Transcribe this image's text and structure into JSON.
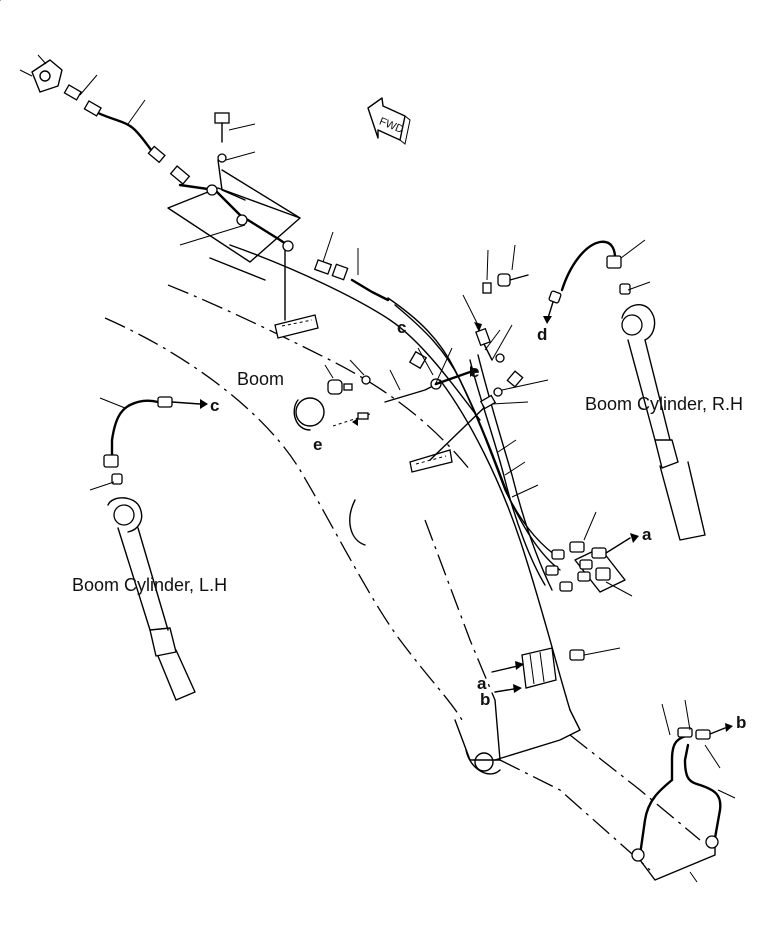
{
  "labels": {
    "boom": "Boom",
    "cyl_rh": "Boom Cylinder, R.H",
    "cyl_lh": "Boom Cylinder, L.H",
    "fwd": "FWD"
  },
  "refs": {
    "a": "a",
    "b": "b",
    "c": "c",
    "d": "d",
    "e": "e"
  }
}
